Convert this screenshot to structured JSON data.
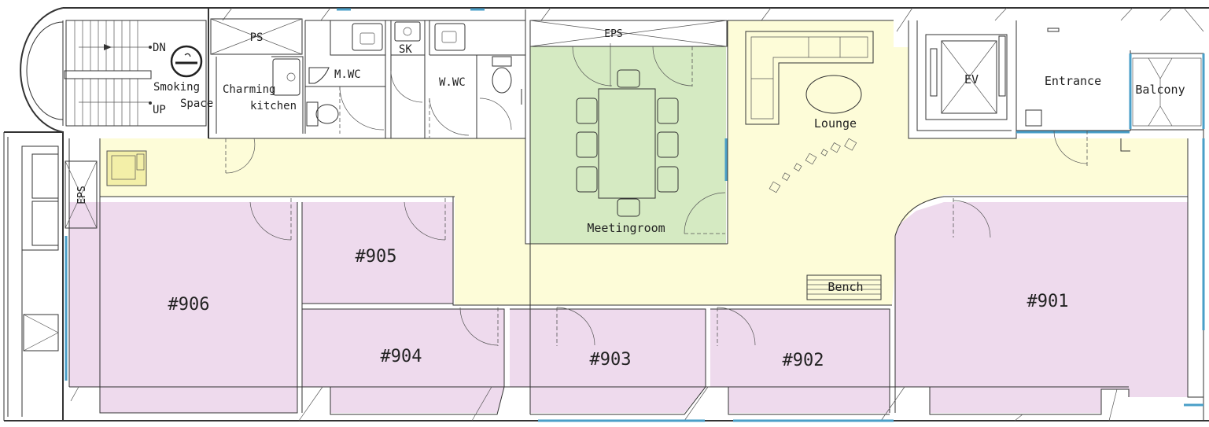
{
  "colors": {
    "office": "#eedaed",
    "corridor": "#fdfcd8",
    "meeting": "#d5eac2",
    "glass": "#4a9fc8",
    "wall": "#333333"
  },
  "labels": {
    "dn": "DN",
    "up": "UP",
    "smoking": "Smoking",
    "space": "Space",
    "ps": "PS",
    "charming": "Charming",
    "kitchen": "kitchen",
    "mwc": "M.WC",
    "sk": "SK",
    "wwc": "W.WC",
    "eps_top": "EPS",
    "eps_left": "EPS",
    "ev": "EV",
    "entrance": "Entrance",
    "balcony": "Balcony",
    "lounge": "Lounge",
    "meetingroom": "Meetingroom",
    "bench": "Bench"
  },
  "rooms": {
    "r901": "#901",
    "r902": "#902",
    "r903": "#903",
    "r904": "#904",
    "r905": "#905",
    "r906": "#906"
  }
}
